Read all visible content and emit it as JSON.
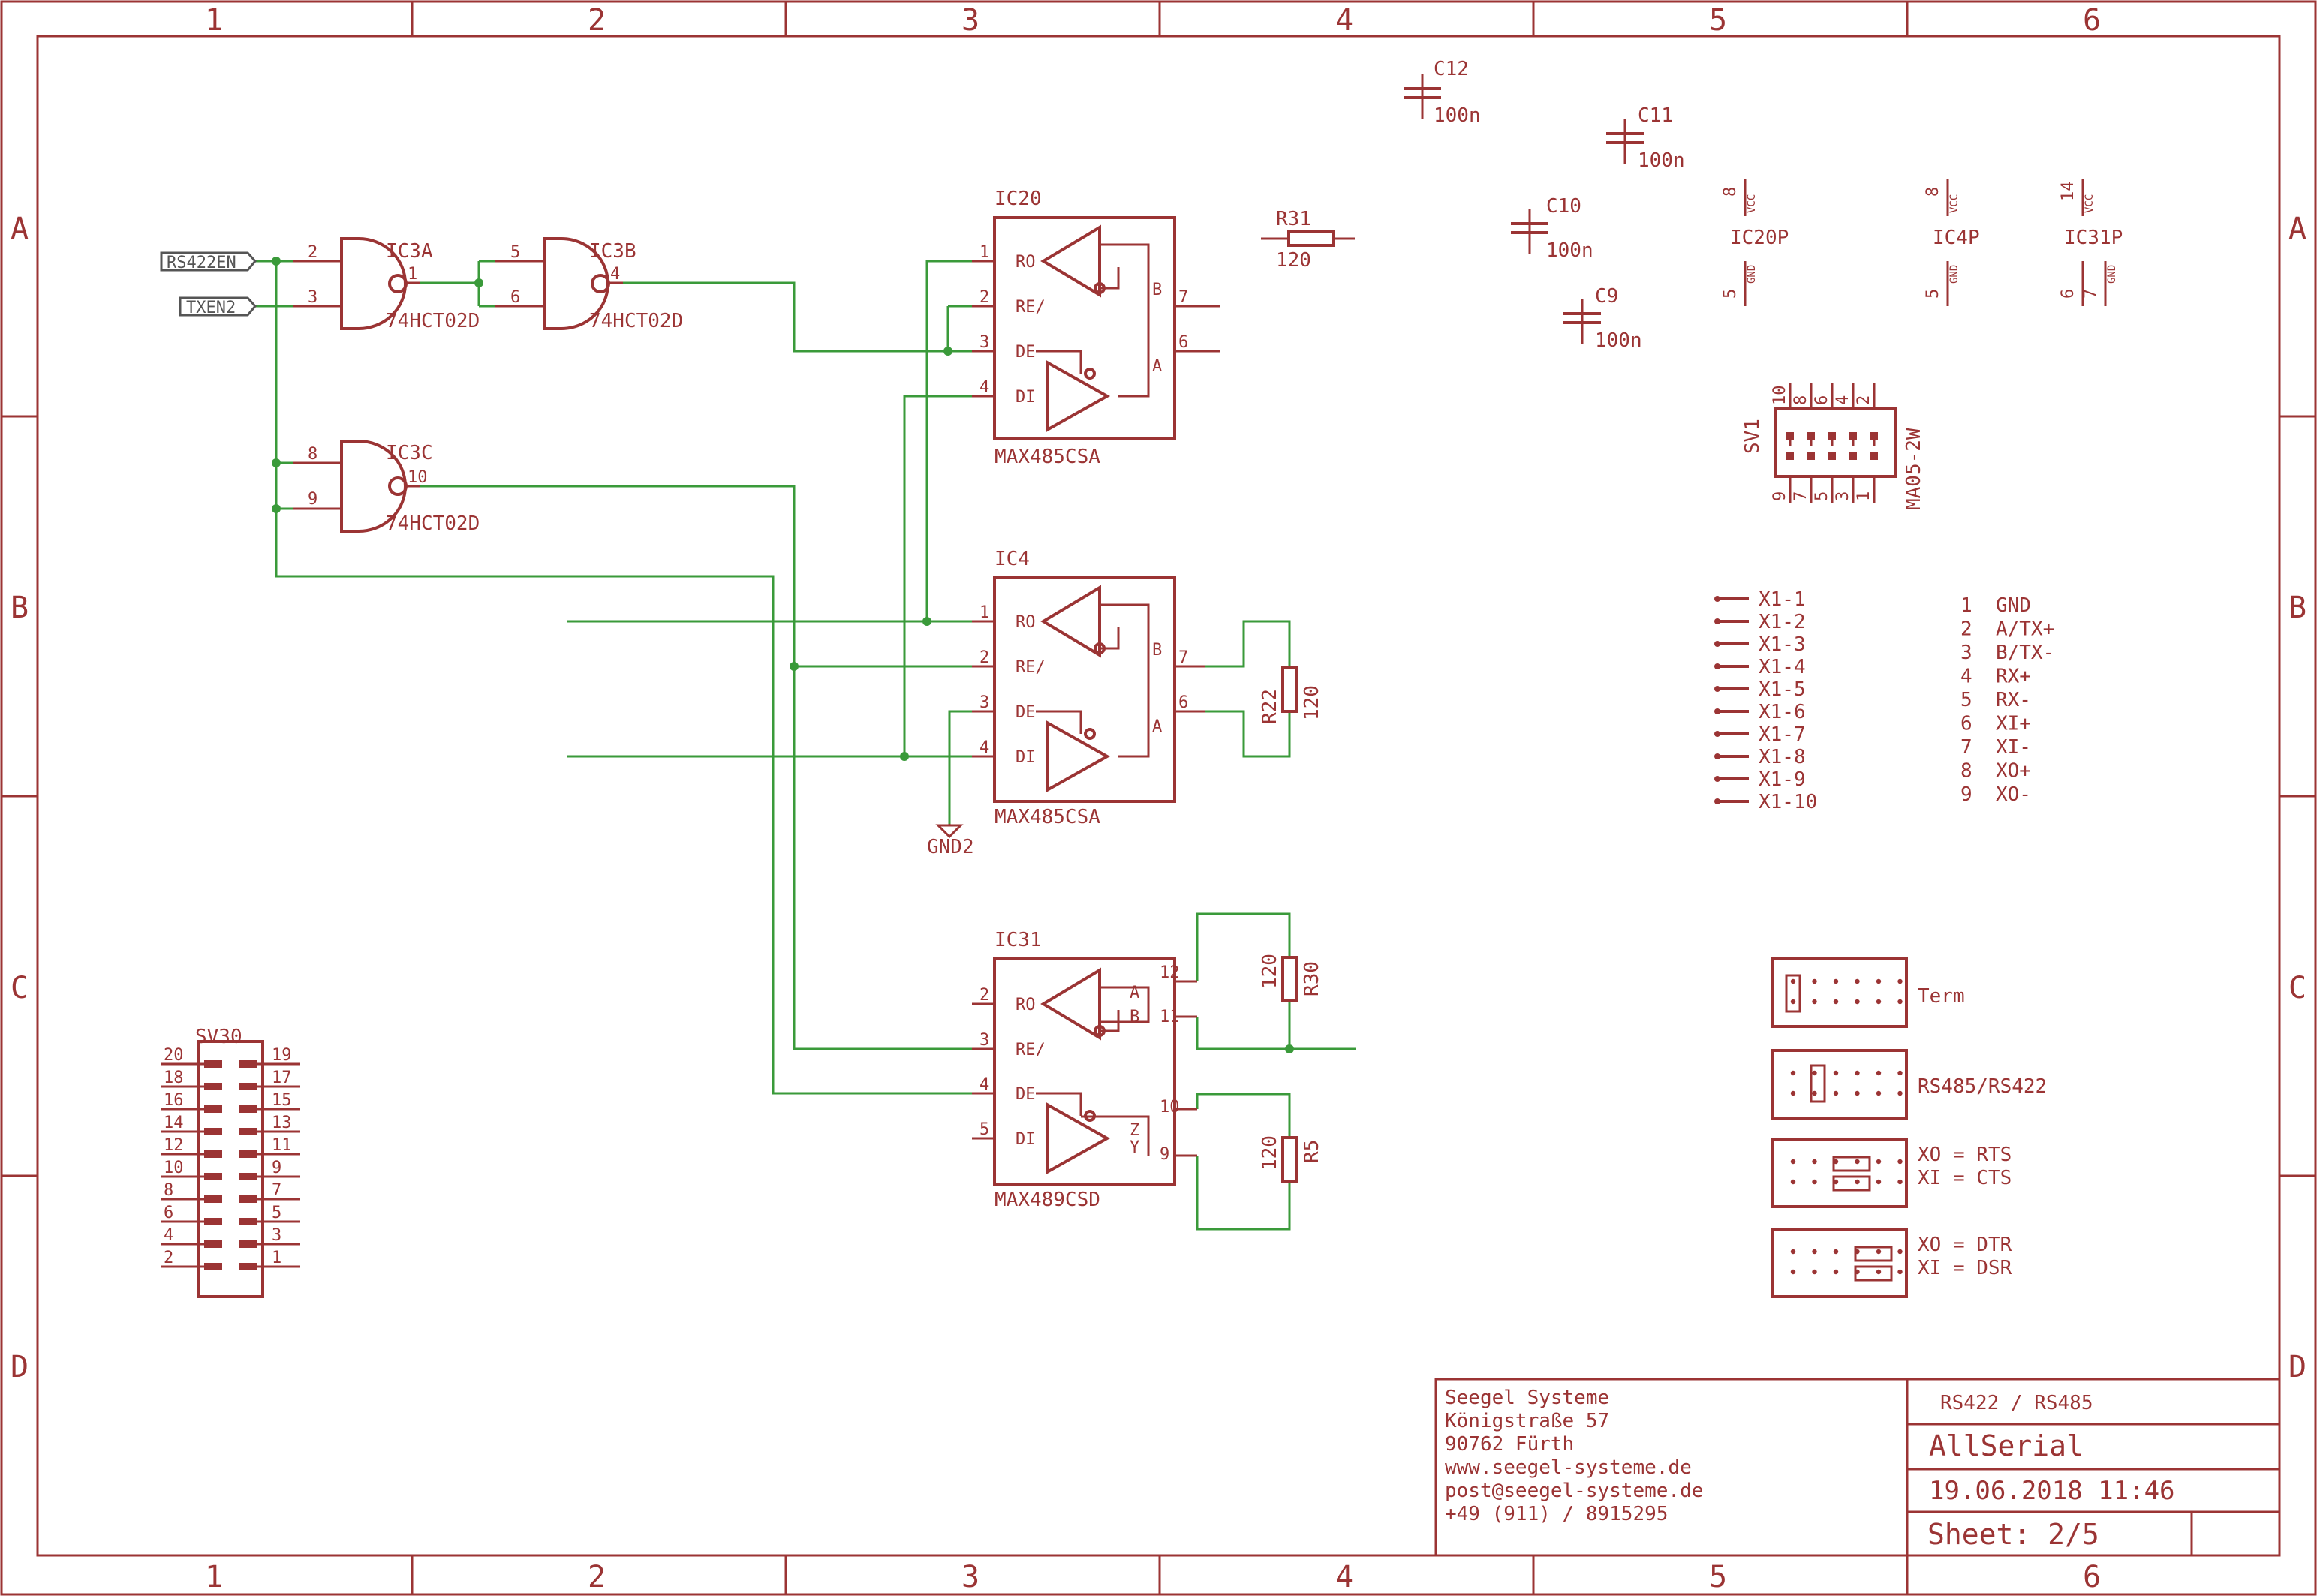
{
  "frame": {
    "columns": [
      "1",
      "2",
      "3",
      "4",
      "5",
      "6"
    ],
    "rows": [
      "A",
      "B",
      "C",
      "D"
    ]
  },
  "ports": {
    "rs422en": "RS422EN",
    "txen2": "TXEN2"
  },
  "gates": [
    {
      "name": "IC3A",
      "part": "74HCT02D",
      "in1": "2",
      "in2": "3",
      "out": "1"
    },
    {
      "name": "IC3B",
      "part": "74HCT02D",
      "in1": "5",
      "in2": "6",
      "out": "4"
    },
    {
      "name": "IC3C",
      "part": "74HCT02D",
      "in1": "8",
      "in2": "9",
      "out": "10"
    }
  ],
  "transceivers": [
    {
      "name": "IC20",
      "part": "MAX485CSA",
      "left_pins": [
        [
          "1",
          "RO"
        ],
        [
          "2",
          "RE/"
        ],
        [
          "3",
          "DE"
        ],
        [
          "4",
          "DI"
        ]
      ],
      "right_pins": [
        [
          "B",
          "7"
        ],
        [
          "A",
          "6"
        ]
      ]
    },
    {
      "name": "IC4",
      "part": "MAX485CSA",
      "left_pins": [
        [
          "1",
          "RO"
        ],
        [
          "2",
          "RE/"
        ],
        [
          "3",
          "DE"
        ],
        [
          "4",
          "DI"
        ]
      ],
      "right_pins": [
        [
          "B",
          "7"
        ],
        [
          "A",
          "6"
        ]
      ]
    },
    {
      "name": "IC31",
      "part": "MAX489CSD",
      "left_pins": [
        [
          "2",
          "RO"
        ],
        [
          "3",
          "RE/"
        ],
        [
          "4",
          "DE"
        ],
        [
          "5",
          "DI"
        ]
      ],
      "right_pins": [
        [
          "A",
          "12"
        ],
        [
          "B",
          "11"
        ],
        [
          "Z",
          "10"
        ],
        [
          "Y",
          "9"
        ]
      ]
    }
  ],
  "resistors": [
    {
      "name": "R31",
      "value": "120"
    },
    {
      "name": "R22",
      "value": "120"
    },
    {
      "name": "R30",
      "value": "120"
    },
    {
      "name": "R5",
      "value": "120"
    }
  ],
  "ground": "GND2",
  "capacitors": [
    {
      "name": "C12",
      "value": "100n"
    },
    {
      "name": "C11",
      "value": "100n"
    },
    {
      "name": "C10",
      "value": "100n"
    },
    {
      "name": "C9",
      "value": "100n"
    }
  ],
  "supplies": [
    {
      "name": "IC20P",
      "vcc_pin": "8",
      "gnd_pin": "5",
      "vcc": "VCC",
      "gnd": "GND"
    },
    {
      "name": "IC4P",
      "vcc_pin": "8",
      "gnd_pin": "5",
      "vcc": "VCC",
      "gnd": "GND"
    },
    {
      "name": "IC31P",
      "vcc_pin": "14",
      "gnd_pin": "6",
      "gnd_pin2": "7",
      "vcc": "VCC",
      "gnd": "GND"
    }
  ],
  "sv1": {
    "name": "SV1",
    "part": "MA05-2W",
    "top_pins": [
      "10",
      "8",
      "6",
      "4",
      "2"
    ],
    "bottom_pins": [
      "9",
      "7",
      "5",
      "3",
      "1"
    ]
  },
  "sv30": {
    "name": "SV30",
    "left_pins": [
      "20",
      "18",
      "16",
      "14",
      "12",
      "10",
      "8",
      "6",
      "4",
      "2"
    ],
    "right_pins": [
      "19",
      "17",
      "15",
      "13",
      "11",
      "9",
      "7",
      "5",
      "3",
      "1"
    ]
  },
  "x1_pins": [
    "X1-1",
    "X1-2",
    "X1-3",
    "X1-4",
    "X1-5",
    "X1-6",
    "X1-7",
    "X1-8",
    "X1-9",
    "X1-10"
  ],
  "pinout": [
    "1  GND",
    "2  A/TX+",
    "3  B/TX-",
    "4  RX+",
    "5  RX-",
    "6  XI+",
    "7  XI-",
    "8  XO+",
    "9  XO-"
  ],
  "jumpers": [
    {
      "line1": "Term",
      "line2": ""
    },
    {
      "line1": "RS485/RS422",
      "line2": ""
    },
    {
      "line1": "XO = RTS",
      "line2": "XI = CTS"
    },
    {
      "line1": "XO = DTR",
      "line2": "XI = DSR"
    }
  ],
  "title_block": {
    "company": [
      "Seegel Systeme",
      "Königstraße 57",
      "90762 Fürth",
      "www.seegel-systeme.de",
      "post@seegel-systeme.de",
      "+49 (911) / 8915295"
    ],
    "subtitle": "RS422 / RS485",
    "title": "AllSerial",
    "date": "19.06.2018 11:46",
    "sheet": "Sheet: 2/5"
  },
  "colors": {
    "symbol": "#9b3434",
    "wire": "#3a9a3a",
    "background": "#ffffff"
  }
}
